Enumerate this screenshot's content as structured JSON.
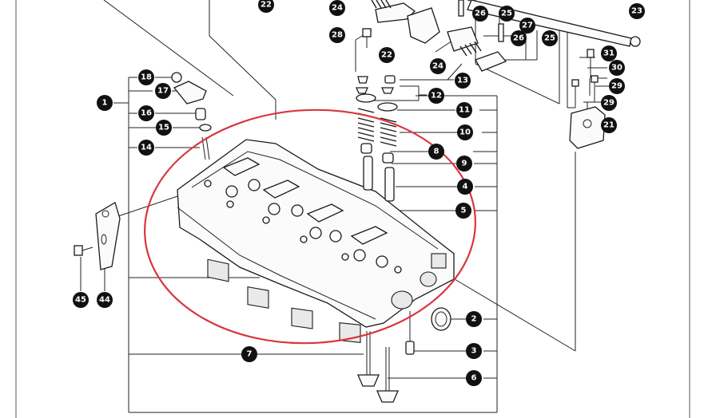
{
  "diagram": {
    "highlight_color": "#d9363e",
    "ink_color": "#111111",
    "callouts": [
      {
        "id": "c22a",
        "label": "22"
      },
      {
        "id": "c24a",
        "label": "24"
      },
      {
        "id": "c26a",
        "label": "26"
      },
      {
        "id": "c25a",
        "label": "25"
      },
      {
        "id": "c23",
        "label": "23"
      },
      {
        "id": "c28",
        "label": "28"
      },
      {
        "id": "c27",
        "label": "27"
      },
      {
        "id": "c26b",
        "label": "26"
      },
      {
        "id": "c25b",
        "label": "25"
      },
      {
        "id": "c22b",
        "label": "22"
      },
      {
        "id": "c24b",
        "label": "24"
      },
      {
        "id": "c31",
        "label": "31"
      },
      {
        "id": "c30",
        "label": "30"
      },
      {
        "id": "c13",
        "label": "13"
      },
      {
        "id": "c29a",
        "label": "29"
      },
      {
        "id": "c12",
        "label": "12"
      },
      {
        "id": "c29b",
        "label": "29"
      },
      {
        "id": "c11",
        "label": "11"
      },
      {
        "id": "c21",
        "label": "21"
      },
      {
        "id": "c18",
        "label": "18"
      },
      {
        "id": "c17",
        "label": "17"
      },
      {
        "id": "c1",
        "label": "1"
      },
      {
        "id": "c16",
        "label": "16"
      },
      {
        "id": "c15",
        "label": "15"
      },
      {
        "id": "c10",
        "label": "10"
      },
      {
        "id": "c14",
        "label": "14"
      },
      {
        "id": "c8",
        "label": "8"
      },
      {
        "id": "c9",
        "label": "9"
      },
      {
        "id": "c4",
        "label": "4"
      },
      {
        "id": "c5",
        "label": "5"
      },
      {
        "id": "c45",
        "label": "45"
      },
      {
        "id": "c44",
        "label": "44"
      },
      {
        "id": "c2",
        "label": "2"
      },
      {
        "id": "c3",
        "label": "3"
      },
      {
        "id": "c7",
        "label": "7"
      },
      {
        "id": "c6",
        "label": "6"
      }
    ]
  }
}
